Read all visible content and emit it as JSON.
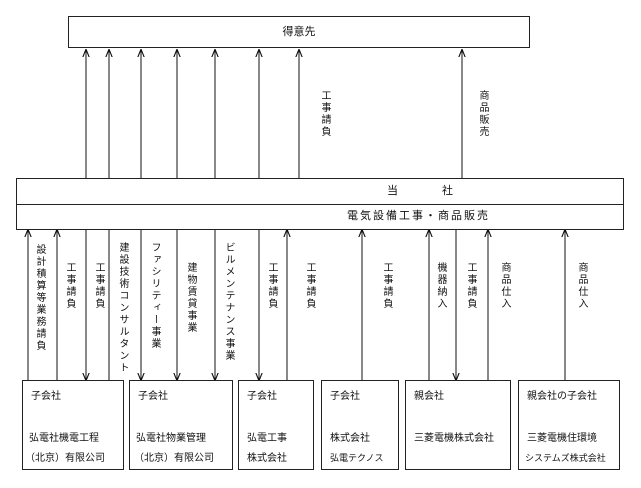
{
  "customer": "得意先",
  "company": {
    "line1": "当　　　　社",
    "line2": "電気設備工事・商品販売"
  },
  "upper_labels": {
    "construction_contract": "工事請負",
    "product_sales": "商品販売"
  },
  "lower_labels": {
    "design": "設計積算等業務請負",
    "construction_1": "工事請負",
    "construction_2": "工事請負",
    "consulting": "建設技術コンサルタント",
    "facility": "ファシリティー事業",
    "rental": "建物賃貸事業",
    "building_maint": "ビルメンテナンス事業",
    "construction_3": "工事請負",
    "construction_4": "工事請負",
    "construction_5": "工事請負",
    "equipment_supply": "機器納入",
    "construction_6": "工事請負",
    "purchase_1": "商品仕入",
    "purchase_2": "商品仕入"
  },
  "entities": [
    {
      "type": "子会社",
      "name": "弘電社機電工程",
      "name2": "（北京）有限公司"
    },
    {
      "type": "子会社",
      "name": "弘電社物業管理",
      "name2": "（北京）有限公司"
    },
    {
      "type": "子会社",
      "name": "弘電工事",
      "name2": "株式会社"
    },
    {
      "type": "子会社",
      "name": "株式会社",
      "name2": "弘電テクノス"
    },
    {
      "type": "親会社",
      "name": "三菱電機株式会社",
      "name2": ""
    },
    {
      "type": "親会社の子会社",
      "name": "三菱電機住環境",
      "name2": "システムズ株式会社"
    }
  ]
}
